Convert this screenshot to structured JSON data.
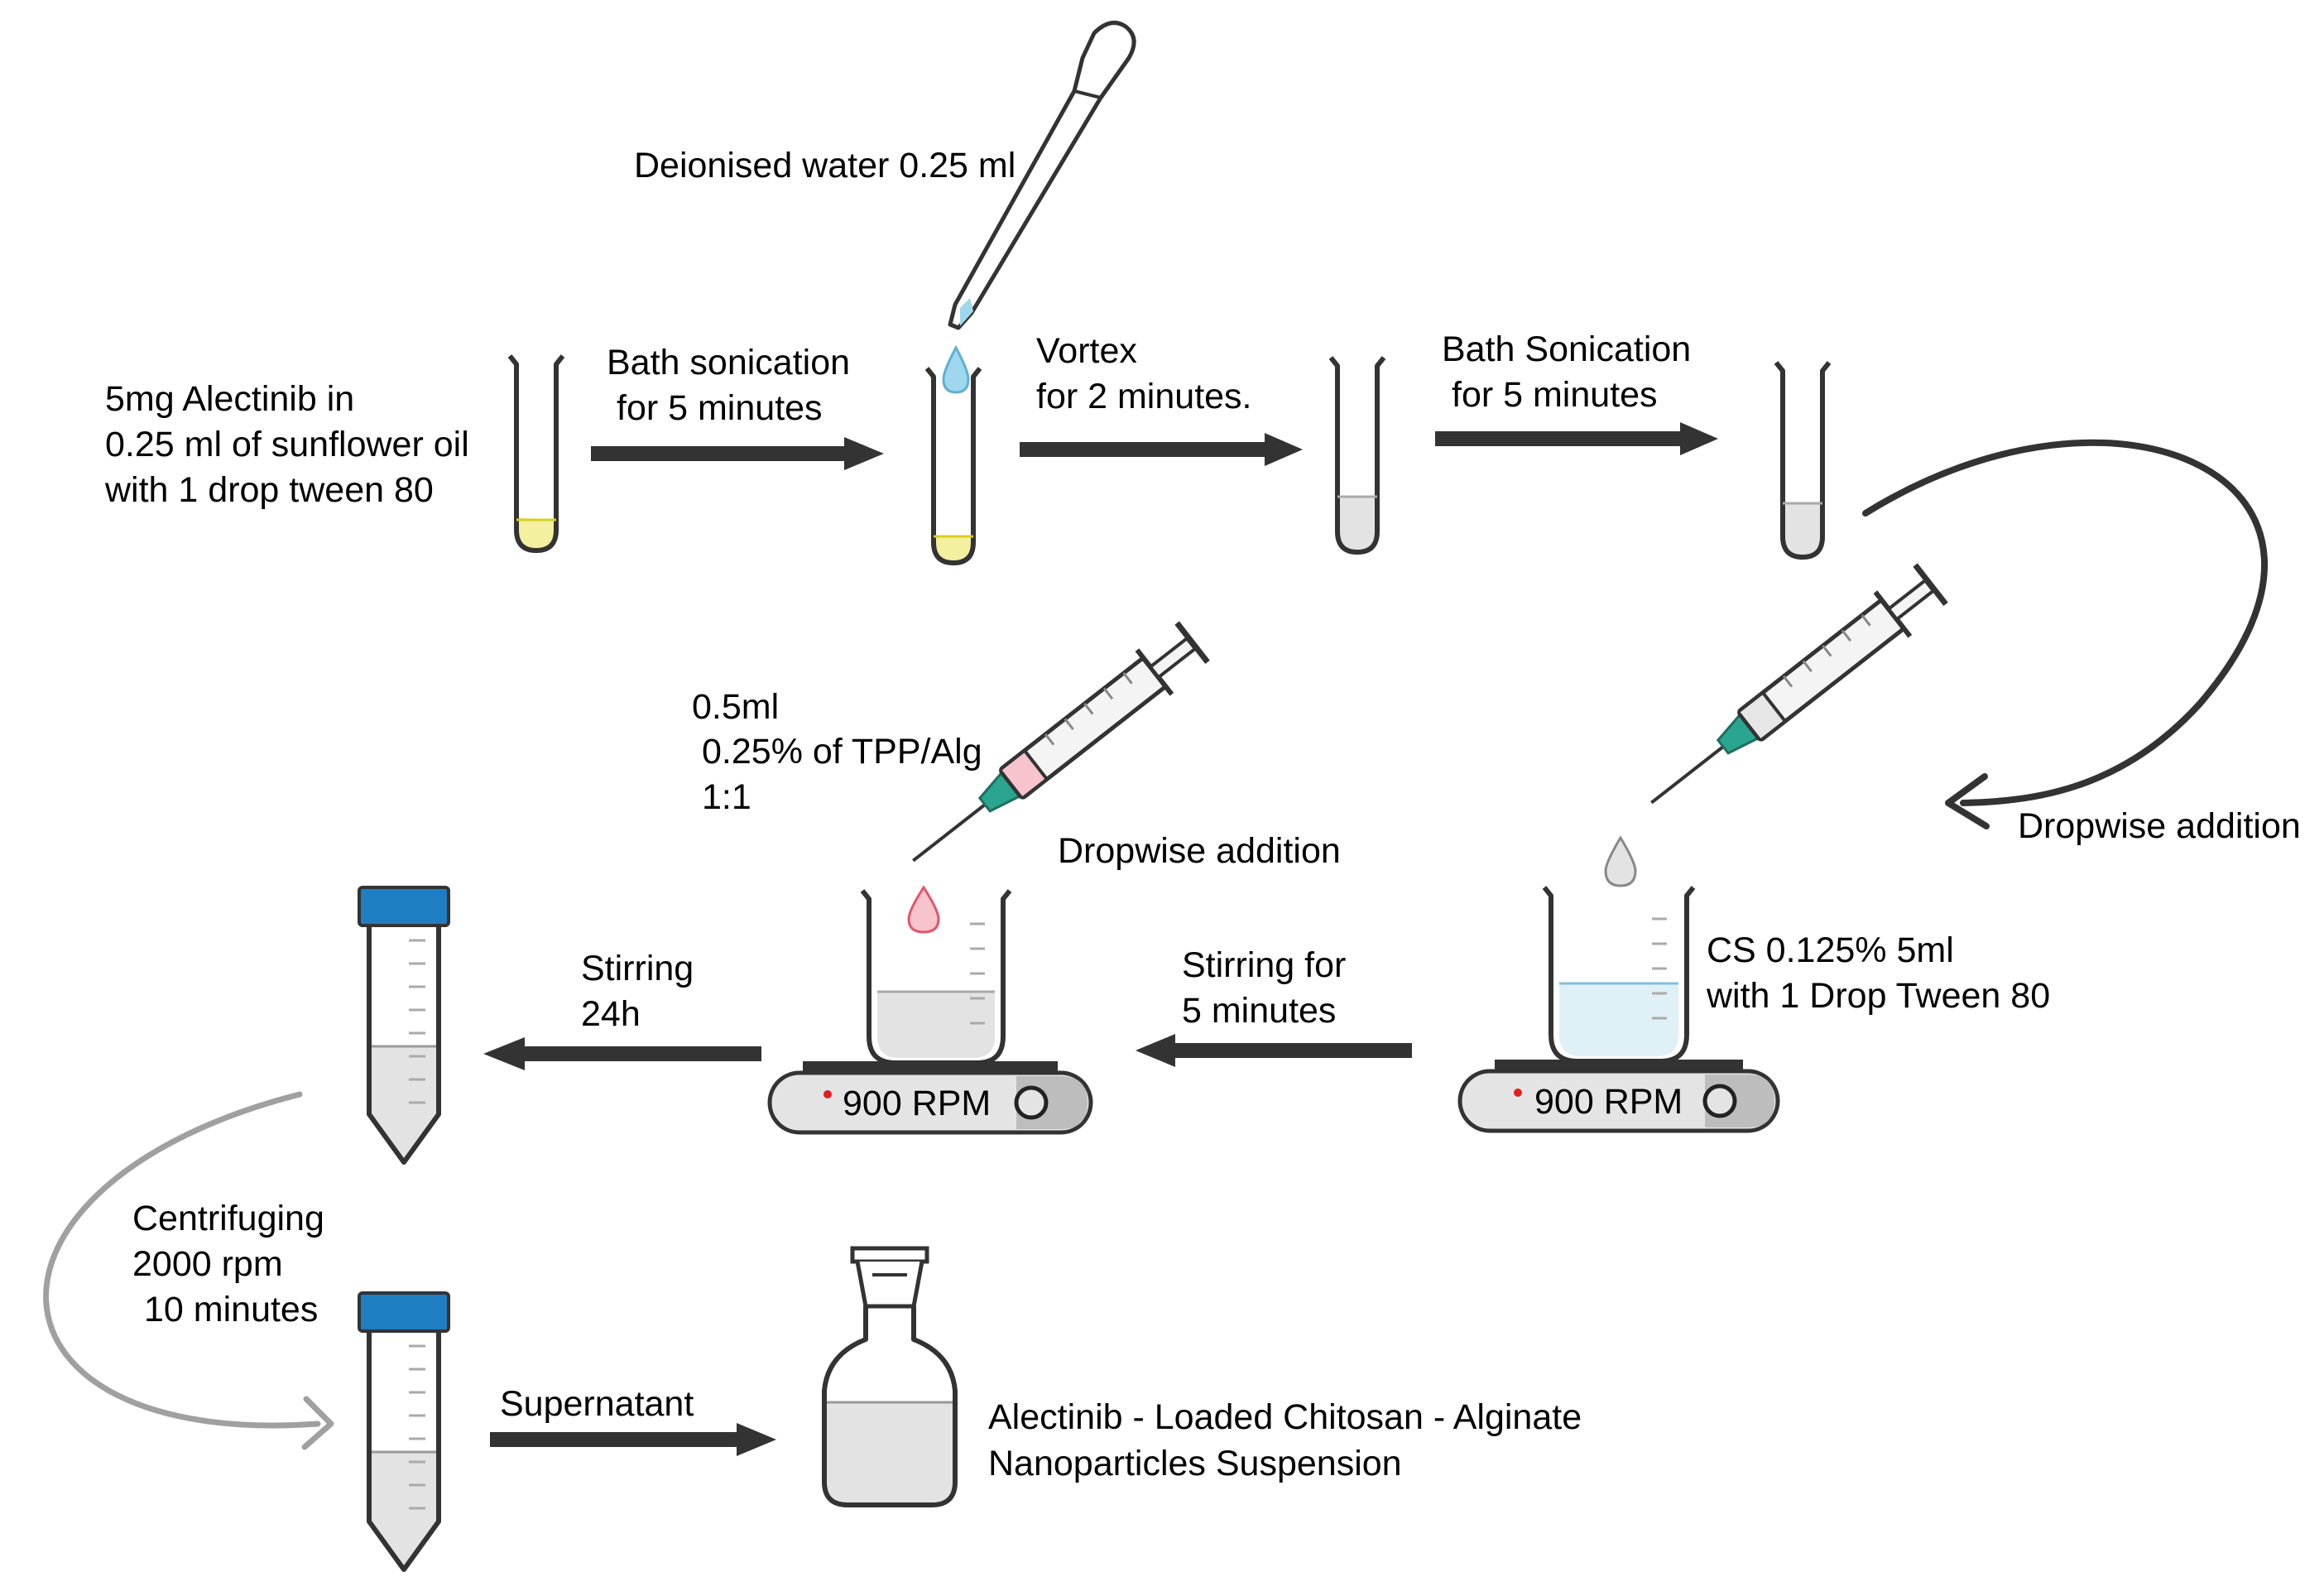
{
  "labels": {
    "start_line1": "5mg Alectinib in",
    "start_line2": "0.25 ml of sunflower oil",
    "start_line3": "with 1 drop tween 80",
    "bath1_line1": "Bath sonication",
    "bath1_line2": "for 5 minutes",
    "deionised": "Deionised water 0.25 ml",
    "vortex_line1": "Vortex",
    "vortex_line2": "for 2 minutes.",
    "bath2_line1": "Bath Sonication",
    "bath2_line2": "for 5 minutes",
    "dropwise_right": "Dropwise addition",
    "tpp_line1": "0.5ml",
    "tpp_line2": "0.25% of TPP/Alg",
    "tpp_line3": "1:1",
    "dropwise_mid": "Dropwise addition",
    "cs_line1": "CS 0.125%  5ml",
    "cs_line2": "with 1 Drop Tween 80",
    "stir5_line1": "Stirring for",
    "stir5_line2": "5 minutes",
    "stir24_line1": "Stirring",
    "stir24_line2": "24h",
    "rpm_left": "900 RPM",
    "rpm_right": "900 RPM",
    "centri_line1": "Centrifuging",
    "centri_line2": "2000 rpm",
    "centri_line3": "10 minutes",
    "supernatant": "Supernatant",
    "final_line1": "Alectinib - Loaded Chitosan - Alginate",
    "final_line2": "Nanoparticles Suspension"
  },
  "colors": {
    "oil_yellow": "#f3f0a0",
    "water_drop": "#9fd8ee",
    "gray_liquid": "#e3e3e3",
    "cs_blue": "#dff0f7",
    "pink_drop": "#f7c3cc",
    "tube_cap": "#1f7ec2",
    "needle_hub": "#2aa58f",
    "arrow": "#333333",
    "curve_gray": "#a0a0a0"
  }
}
